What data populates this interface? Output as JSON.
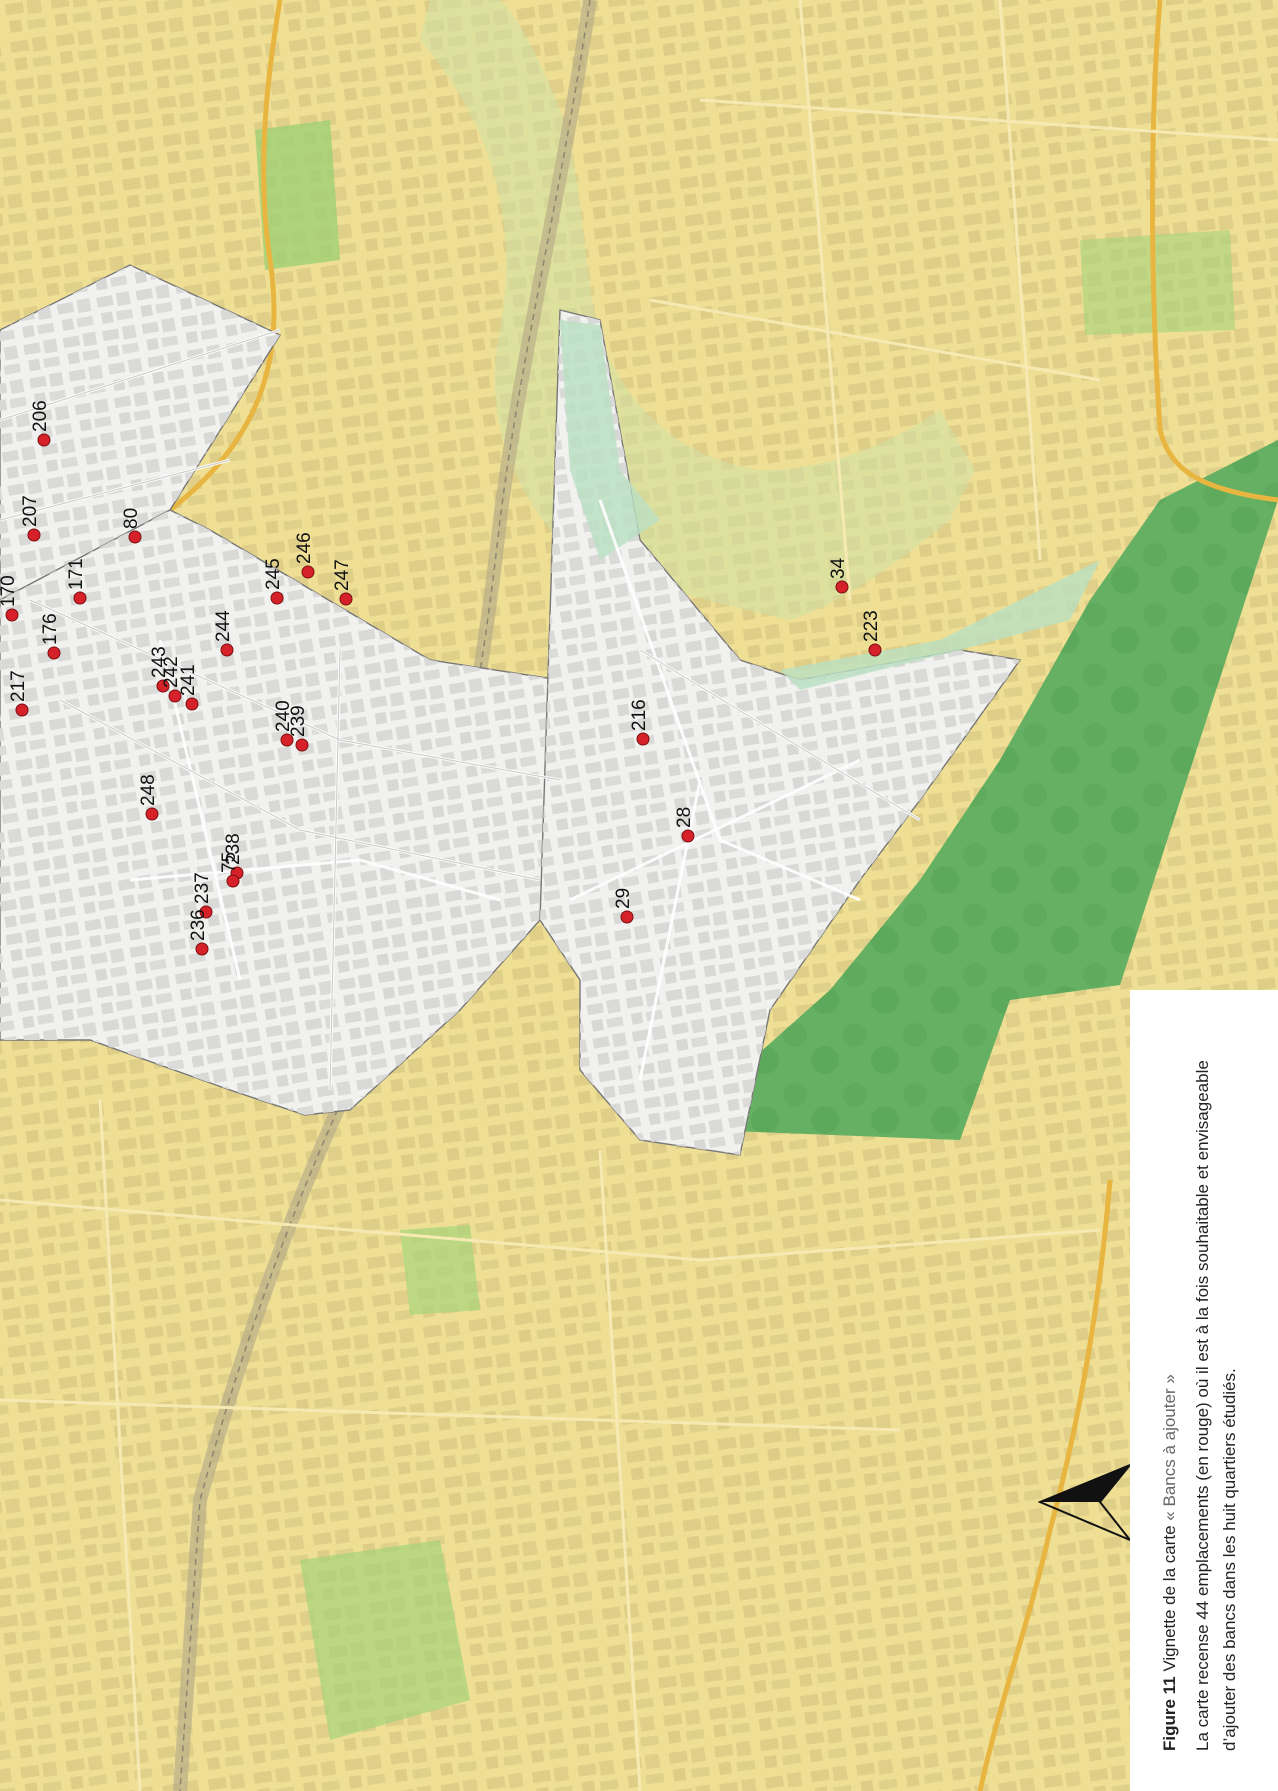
{
  "figure": {
    "label": "Figure 11",
    "title_prefix": "Vignette de la carte",
    "title_quoted": "« Bancs à ajouter »",
    "description": "La carte recense 44 emplacements (en rouge) où il est à la fois souhaitable et envisageable d’ajouter des bancs dans les huit quartiers étudiés."
  },
  "map": {
    "marker_color": "#d6202a",
    "study_area_color": "#f3f3f1",
    "background_color": "#efdf95",
    "forest_color": "#5fae5e",
    "north_arrow": "north-arrow-icon",
    "markers": [
      {
        "id": "206"
      },
      {
        "id": "207"
      },
      {
        "id": "80"
      },
      {
        "id": "170"
      },
      {
        "id": "171"
      },
      {
        "id": "176"
      },
      {
        "id": "217"
      },
      {
        "id": "243"
      },
      {
        "id": "242"
      },
      {
        "id": "241"
      },
      {
        "id": "244"
      },
      {
        "id": "245"
      },
      {
        "id": "246"
      },
      {
        "id": "247"
      },
      {
        "id": "240"
      },
      {
        "id": "239"
      },
      {
        "id": "248"
      },
      {
        "id": "238"
      },
      {
        "id": "75"
      },
      {
        "id": "237"
      },
      {
        "id": "236"
      },
      {
        "id": "216"
      },
      {
        "id": "28"
      },
      {
        "id": "29"
      },
      {
        "id": "34"
      },
      {
        "id": "223"
      }
    ]
  }
}
